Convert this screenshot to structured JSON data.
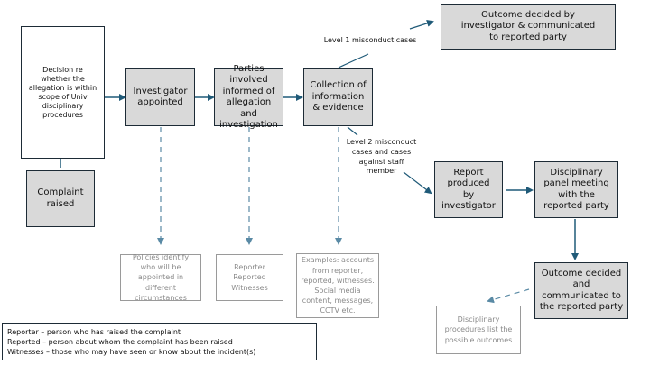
{
  "diagram": {
    "colors": {
      "arrow": "#1f5a78",
      "box_fill": "#d9d9d9",
      "box_border": "#1d2b36",
      "note_text": "#8a8a8a",
      "note_border": "#9a9a9a"
    },
    "nodes": {
      "decision": "Decision re whether the allegation is within scope of Univ disciplinary procedures",
      "complaint": "Complaint raised",
      "investigator": "Investigator appointed",
      "parties": "Parties involved informed of allegation and investigation",
      "collection": "Collection of information & evidence",
      "outcome_investigator": "Outcome decided by investigator & communicated to reported party",
      "report": "Report produced by investigator",
      "panel": "Disciplinary panel meeting with the reported party",
      "outcome_panel": "Outcome decided and communicated to the reported party"
    },
    "notes": {
      "policies": "Policies identify who will be appointed in different circumstances",
      "parties_list": [
        "Reporter",
        "Reported",
        "Witnesses"
      ],
      "examples": "Examples: accounts from reporter, reported, witnesses. Social media content, messages, CCTV etc.",
      "outcomes": "Disciplinary procedures list the possible outcomes"
    },
    "edge_labels": {
      "level1": "Level 1 misconduct cases",
      "level2": "Level 2 misconduct cases and cases against staff member"
    },
    "legend": [
      "Reporter – person who has raised the complaint",
      "Reported – person about whom the complaint has been raised",
      "Witnesses – those who may have seen or know about the incident(s)"
    ]
  }
}
